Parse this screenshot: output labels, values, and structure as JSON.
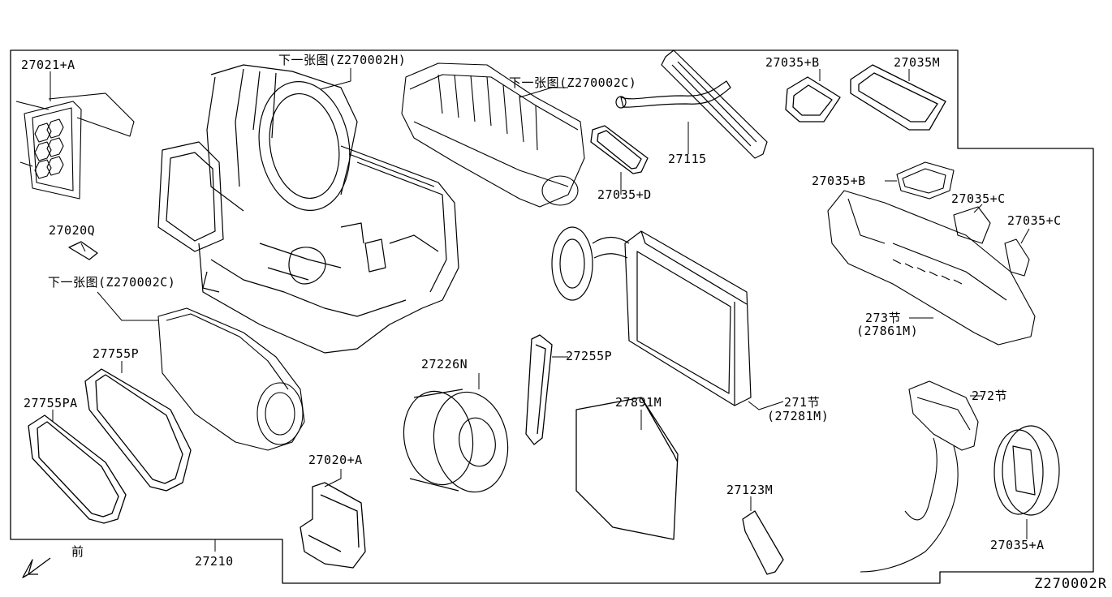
{
  "diagram_code": "Z270002R",
  "front_label": "前",
  "labels": {
    "p27021_A": "27021+A",
    "ref_h": "下一张图(Z270002H)",
    "ref_c_top": "下一张图(Z270002C)",
    "p27035_B_top": "27035+B",
    "p27035M": "27035M",
    "p27115": "27115",
    "p27035_D": "27035+D",
    "p27035_B_mid": "27035+B",
    "p27035_C_1": "27035+C",
    "p27035_C_2": "27035+C",
    "p27020Q": "27020Q",
    "ref_c_left": "下一张图(Z270002C)",
    "p273_sec": "273节",
    "p27861M": "(27861M)",
    "p27755P": "27755P",
    "p27226N": "27226N",
    "p27255P": "27255P",
    "p27755PA": "27755PA",
    "p27891M": "27891M",
    "p271_sec": "271节",
    "p27281M": "(27281M)",
    "p272_sec": "272节",
    "p27020_A": "27020+A",
    "p27123M": "27123M",
    "p27035_A": "27035+A",
    "p27210": "27210"
  }
}
